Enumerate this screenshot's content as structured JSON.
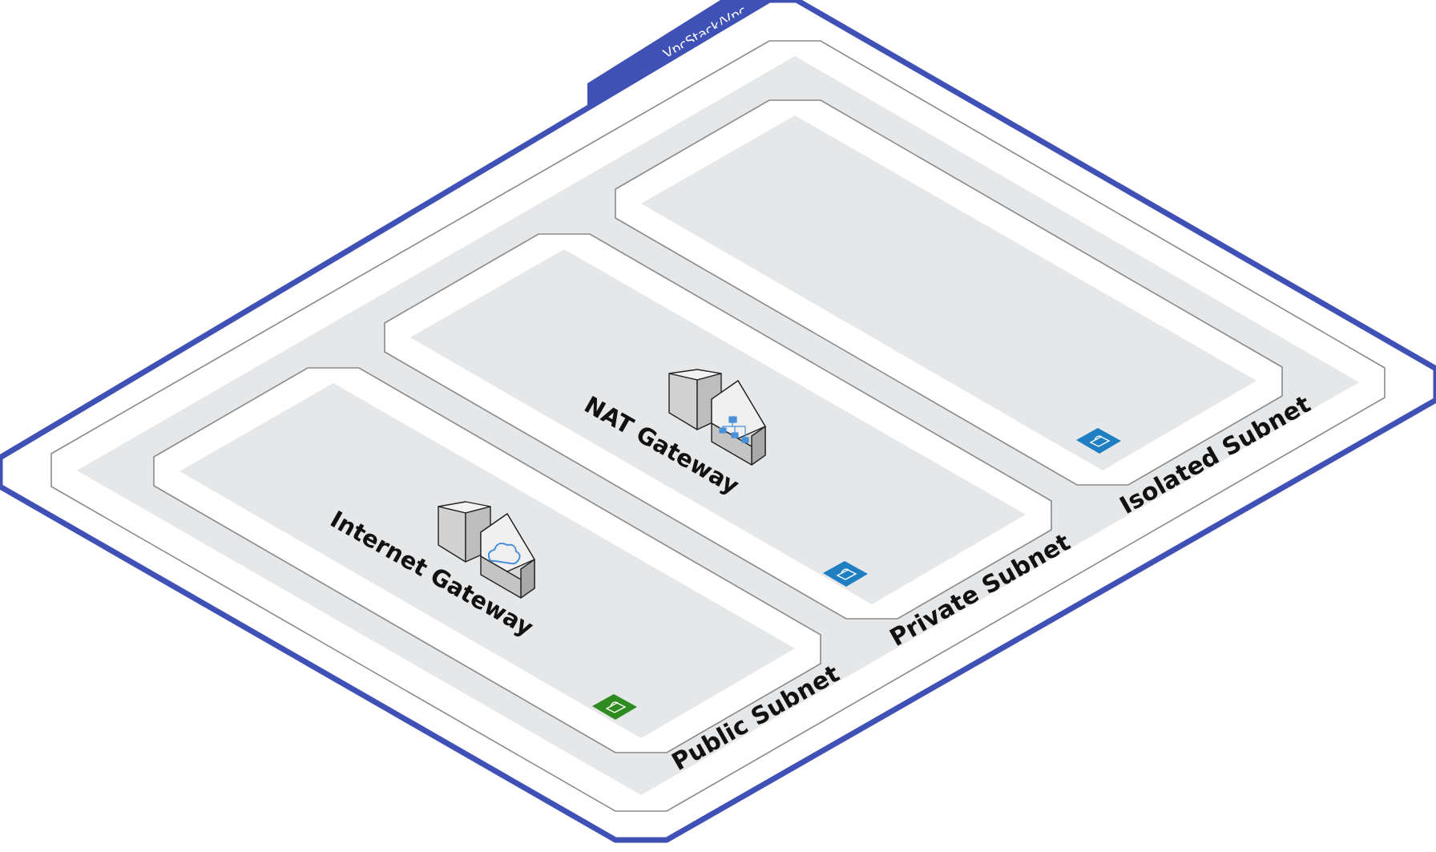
{
  "vpc": {
    "label": "VpcStack/Vpc",
    "border_color": "#3f51b5"
  },
  "subnets": [
    {
      "id": "public",
      "label": "Public Subnet",
      "badge_color": "#2e8b1f",
      "badge_icon": "lock-icon"
    },
    {
      "id": "private",
      "label": "Private Subnet",
      "badge_color": "#1f7fc2",
      "badge_icon": "lock-icon"
    },
    {
      "id": "isolated",
      "label": "Isolated Subnet",
      "badge_color": "#1f7fc2",
      "badge_icon": "lock-icon"
    }
  ],
  "resources": [
    {
      "id": "internet-gateway",
      "label": "Internet Gateway",
      "icon": "cloud-icon"
    },
    {
      "id": "nat-gateway",
      "label": "NAT Gateway",
      "icon": "network-icon"
    }
  ],
  "colors": {
    "panel": "#e6e7e9",
    "outline": "#8a8a8a",
    "icon_blue": "#4a90d9"
  }
}
